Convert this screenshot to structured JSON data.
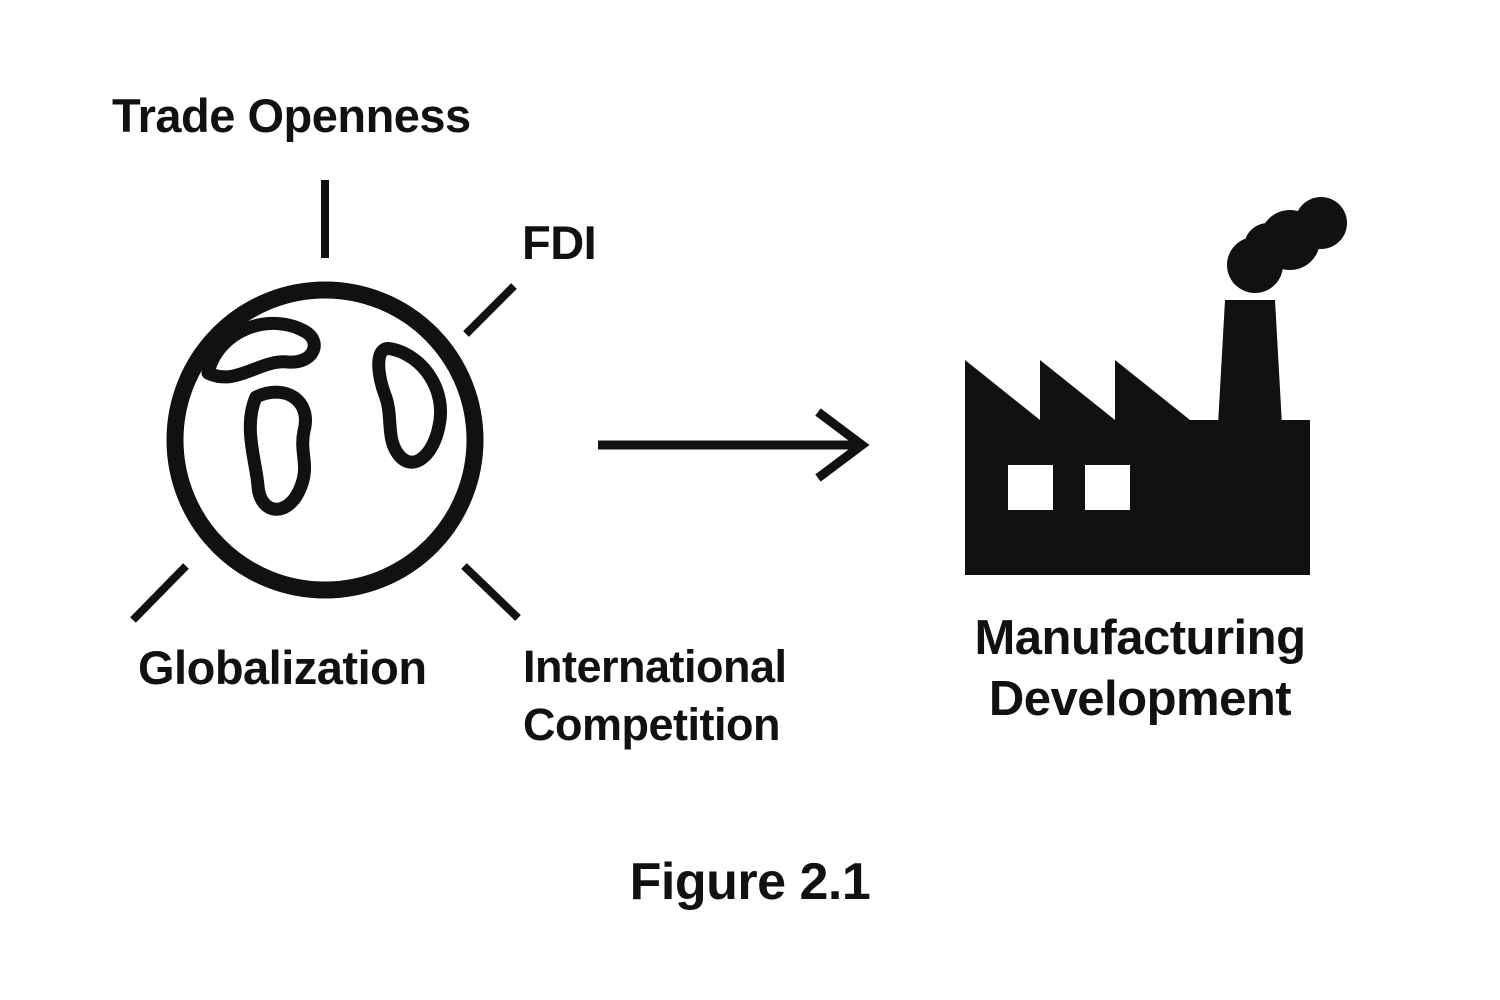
{
  "figure": {
    "caption": "Figure 2.1"
  },
  "diagram": {
    "source": {
      "icon": "globe-icon",
      "labels": {
        "trade_openness": "Trade Openness",
        "fdi": "FDI",
        "globalization": "Globalization",
        "international_competition": "International Competition"
      }
    },
    "arrow": {
      "icon": "right-arrow-icon",
      "direction": "left-to-right"
    },
    "target": {
      "icon": "factory-icon",
      "label": "Manufacturing Development"
    }
  },
  "colors": {
    "foreground": "#111111",
    "background": "#ffffff"
  }
}
